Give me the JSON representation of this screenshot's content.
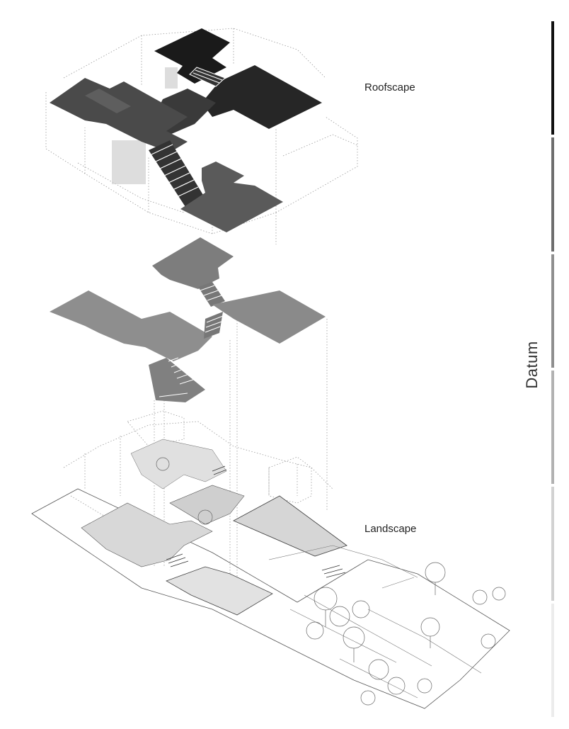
{
  "labels": {
    "roof": "Roofscape",
    "land": "Landscape",
    "datum": "Datum"
  },
  "datum_scale": [
    {
      "color": "#111111"
    },
    {
      "color": "#6e6e6e"
    },
    {
      "color": "#8f8f8f"
    },
    {
      "color": "#b2b2b2"
    },
    {
      "color": "#d2d2d2"
    },
    {
      "color": "#ececec"
    }
  ],
  "colors": {
    "roof_dark": "#1f1f1f",
    "roof_mid": "#444444",
    "roof_grey": "#6e6e6e",
    "middle_plane": "#8e8e8e",
    "landscape_fill": "#dcdcdc",
    "line": "#444444"
  }
}
